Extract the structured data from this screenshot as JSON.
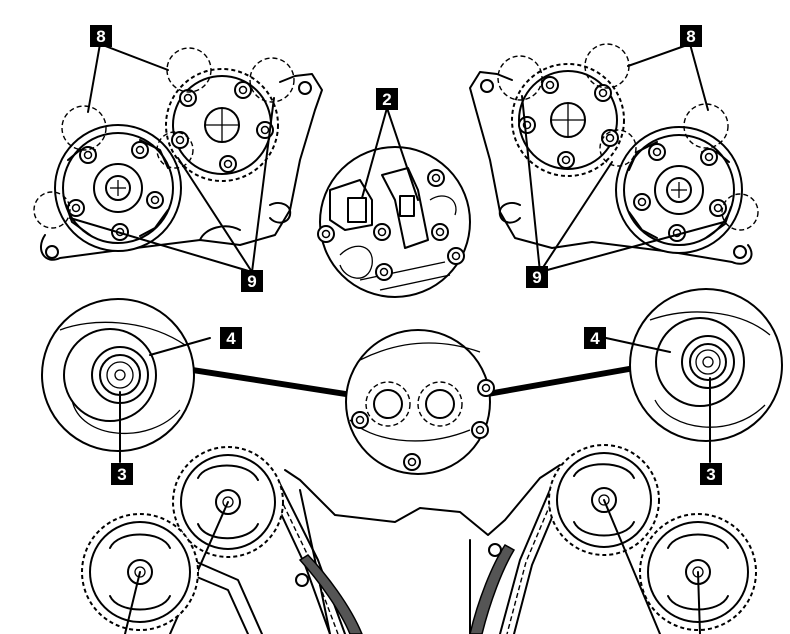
{
  "callouts": {
    "c2": "2",
    "c3_left": "3",
    "c3_right": "3",
    "c4_left": "4",
    "c4_right": "4",
    "c8_left": "8",
    "c8_right": "8",
    "c9_left": "9",
    "c9_right": "9"
  },
  "colors": {
    "ink": "#000000",
    "paper": "#ffffff"
  }
}
